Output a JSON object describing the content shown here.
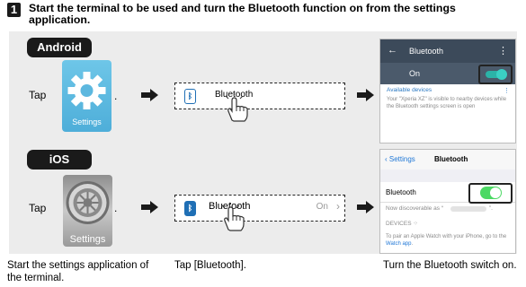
{
  "step": {
    "number": "1",
    "title": "Start the terminal to be used and turn the Bluetooth function on from the settings application."
  },
  "android": {
    "os_label": "Android",
    "tap_label": "Tap",
    "dot": ".",
    "icon_caption": "Settings",
    "bt_row_label": "Bluetooth",
    "screen": {
      "title": "Bluetooth",
      "back": "←",
      "menu": "⋮",
      "on_label": "On",
      "available": "Available devices",
      "more": "⋮",
      "description": "Your \"Xperia XZ\" is visible to nearby devices while the Bluetooth settings screen is open"
    }
  },
  "ios": {
    "os_label": "iOS",
    "tap_label": "Tap",
    "dot": ".",
    "icon_caption": "Settings",
    "bt_row_label": "Bluetooth",
    "bt_row_value": "On",
    "bt_row_chevron": "›",
    "screen": {
      "back": "Settings",
      "title": "Bluetooth",
      "bt_label": "Bluetooth",
      "discoverable": "Now discoverable as “",
      "discoverable_end": "”.",
      "devices": "DEVICES",
      "pair_text": "To pair an Apple Watch with your iPhone, go to the ",
      "pair_link": "Watch app",
      "pair_end": "."
    }
  },
  "captions": {
    "start": "Start the settings application of the terminal.",
    "tap": "Tap [Bluetooth].",
    "turn": "Turn the Bluetooth switch on."
  },
  "colors": {
    "dark": "#1a1a1a",
    "panel": "#ececec",
    "android_bar": "#3c4a5a",
    "android_toggle": "#2bb3a8",
    "ios_toggle": "#4cd964",
    "bluetooth": "#1f6fb5"
  }
}
